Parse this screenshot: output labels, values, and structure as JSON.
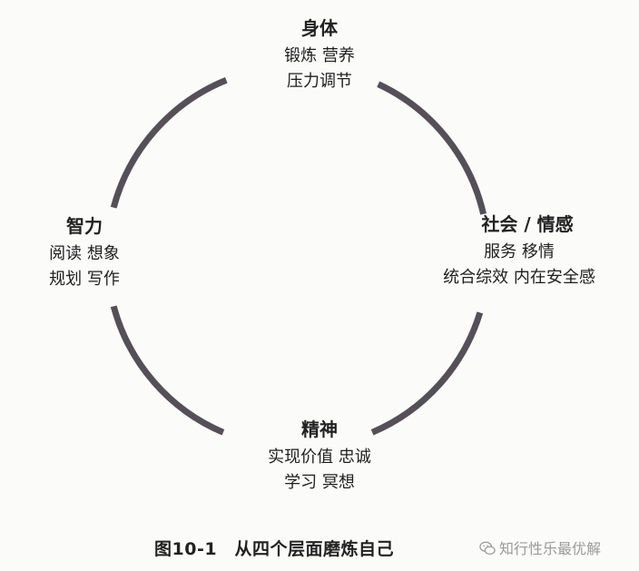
{
  "nodes": {
    "top": {
      "title": "身体",
      "lines": [
        "锻炼 营养",
        "压力调节"
      ]
    },
    "left": {
      "title": "智力",
      "lines": [
        "阅读 想象",
        "规划 写作"
      ]
    },
    "right": {
      "title": "社会 / 情感",
      "lines": [
        "服务 移情",
        "统合综效 内在安全感"
      ]
    },
    "bottom": {
      "title": "精神",
      "lines": [
        "实现价值 忠诚",
        "学习 冥想"
      ]
    }
  },
  "caption": "图10-1　从四个层面磨炼自己",
  "watermark": {
    "icon": "wechat-icon",
    "text": "知行性乐最优解"
  },
  "colors": {
    "ring": "#555058",
    "text": "#1e1e1e",
    "watermark": "#8a8a8a"
  }
}
